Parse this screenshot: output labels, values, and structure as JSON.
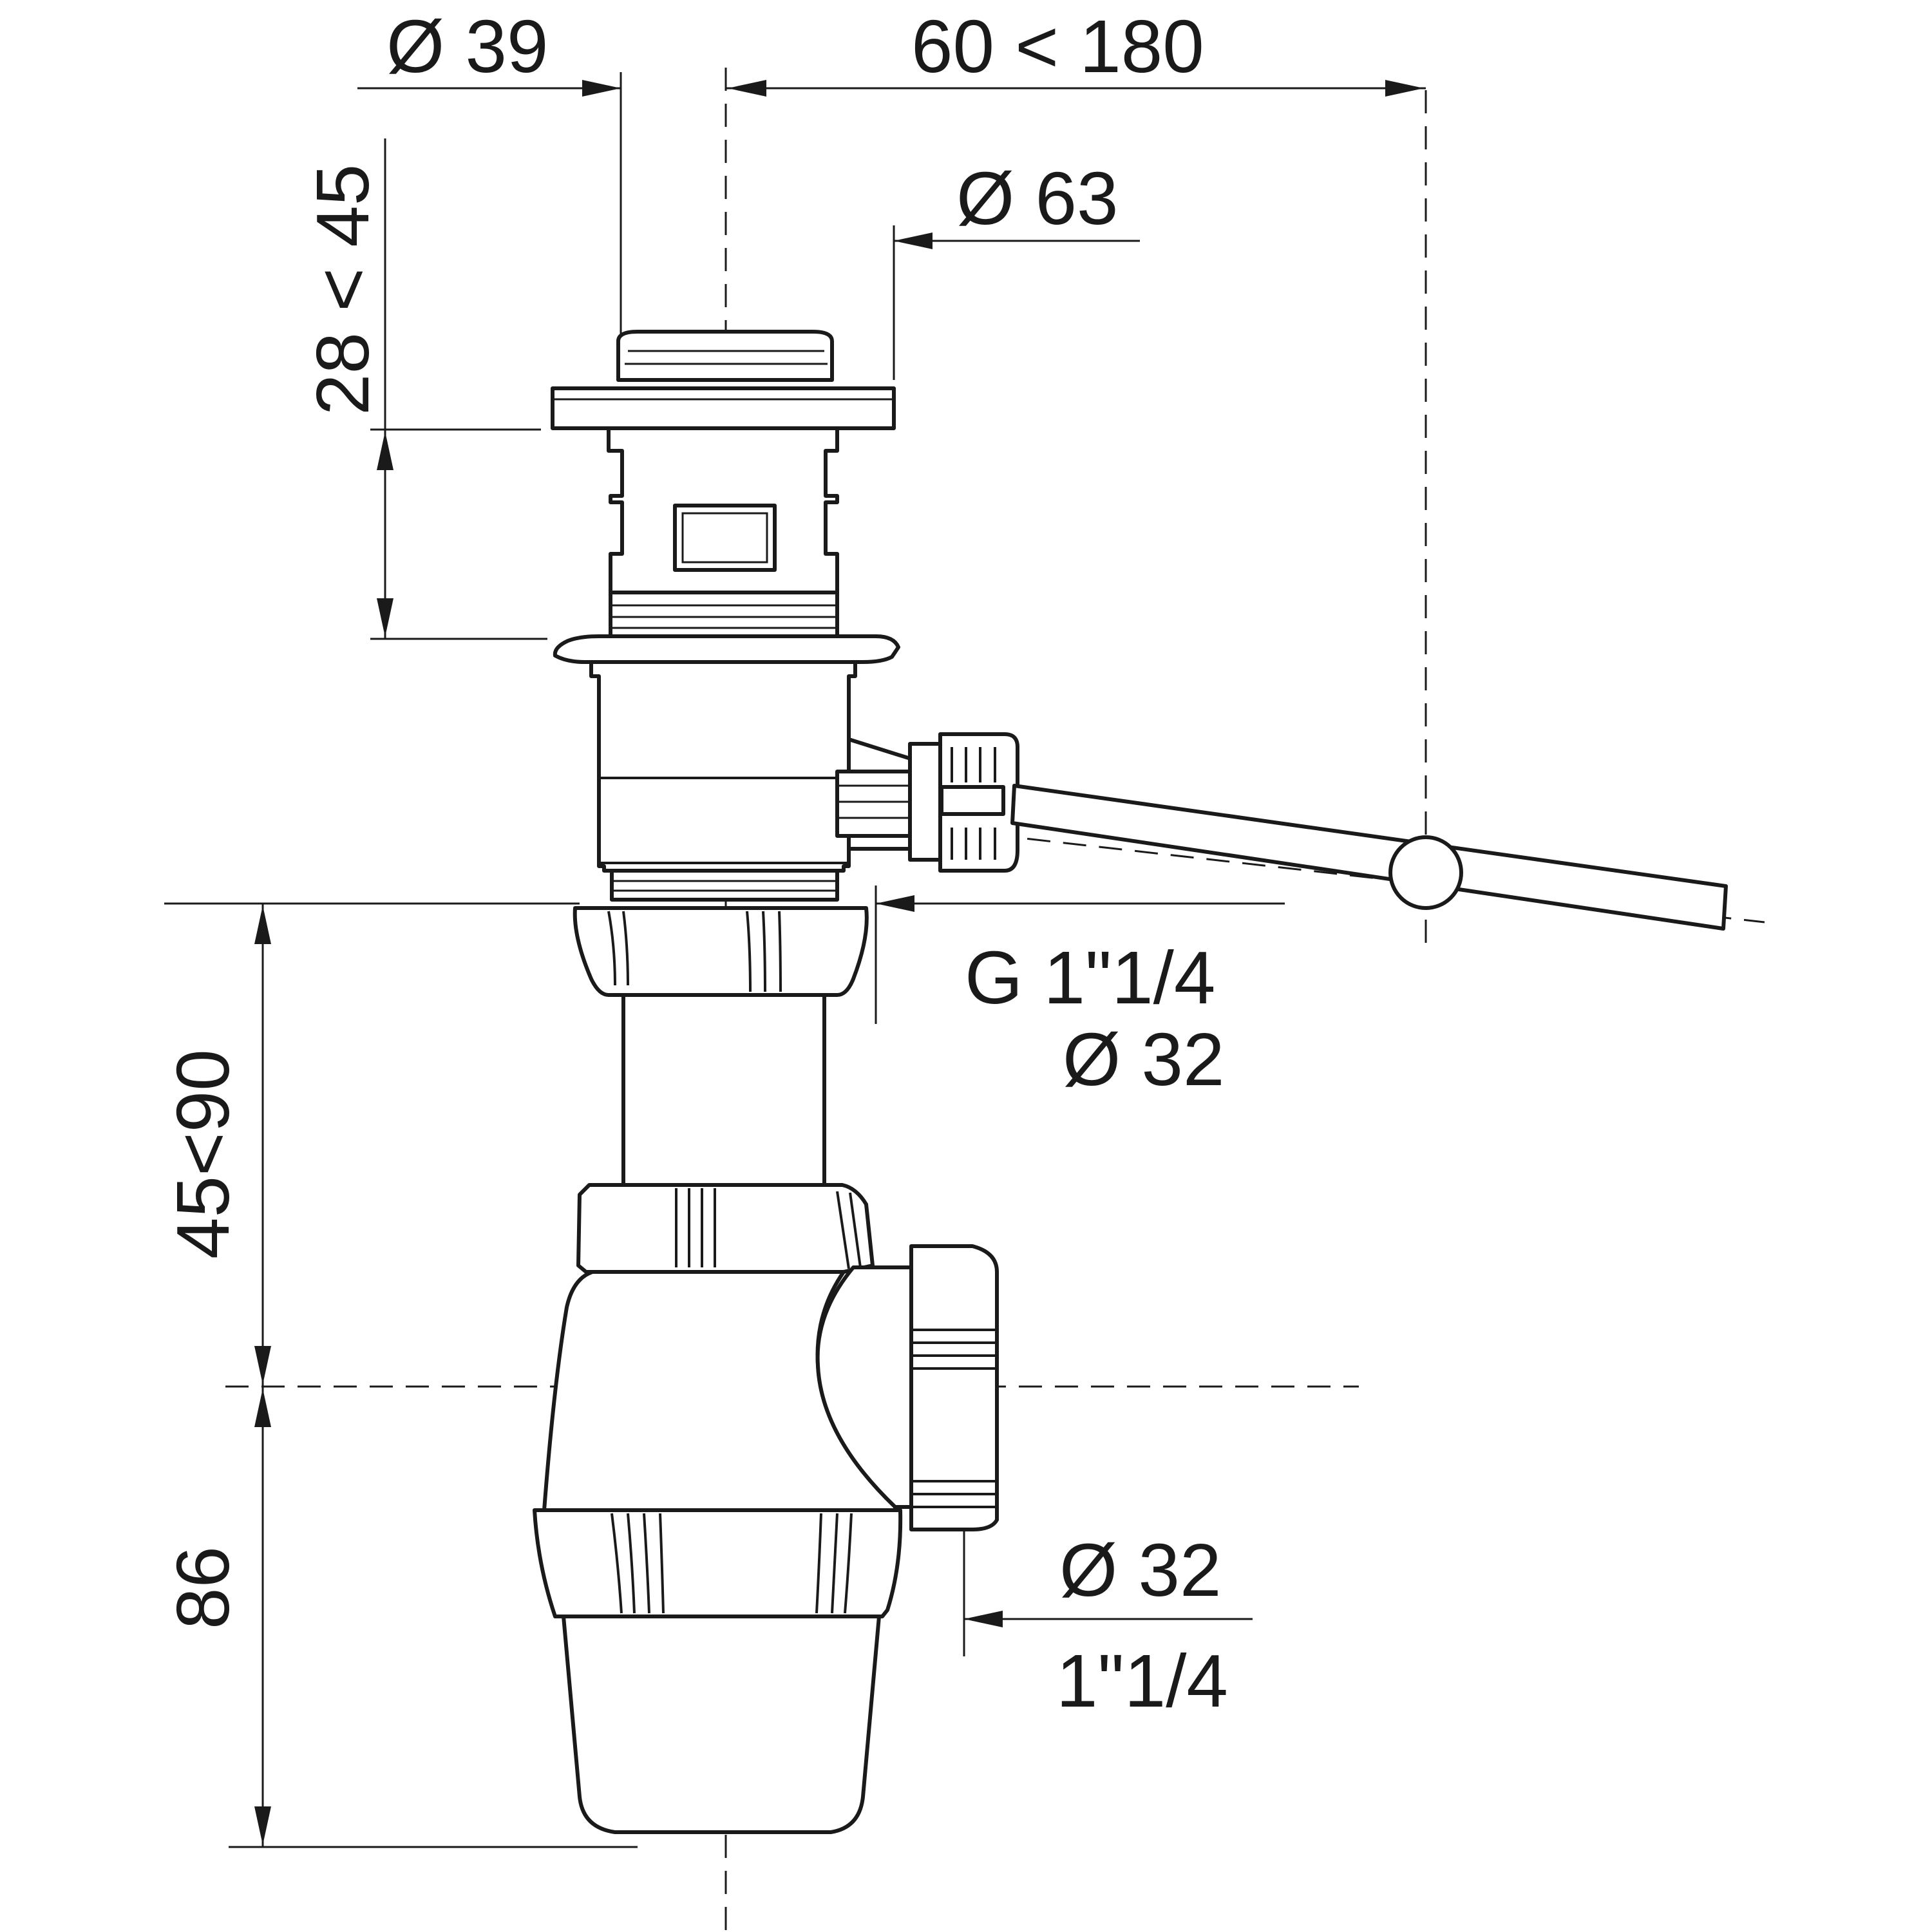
{
  "dimensions": {
    "cap_diameter": "Ø 39",
    "lever_reach": "60 < 180",
    "flange_diameter": "Ø 63",
    "flange_height": "28 < 45",
    "thread_size": "G 1\"1/4",
    "tailpiece_diameter": "Ø 32",
    "trap_adjustment": "45<90",
    "trap_height": "86",
    "outlet_diameter": "Ø 32",
    "outlet_thread": "1\"1/4"
  },
  "colors": {
    "line": "#1a1a1a",
    "background": "#ffffff"
  }
}
